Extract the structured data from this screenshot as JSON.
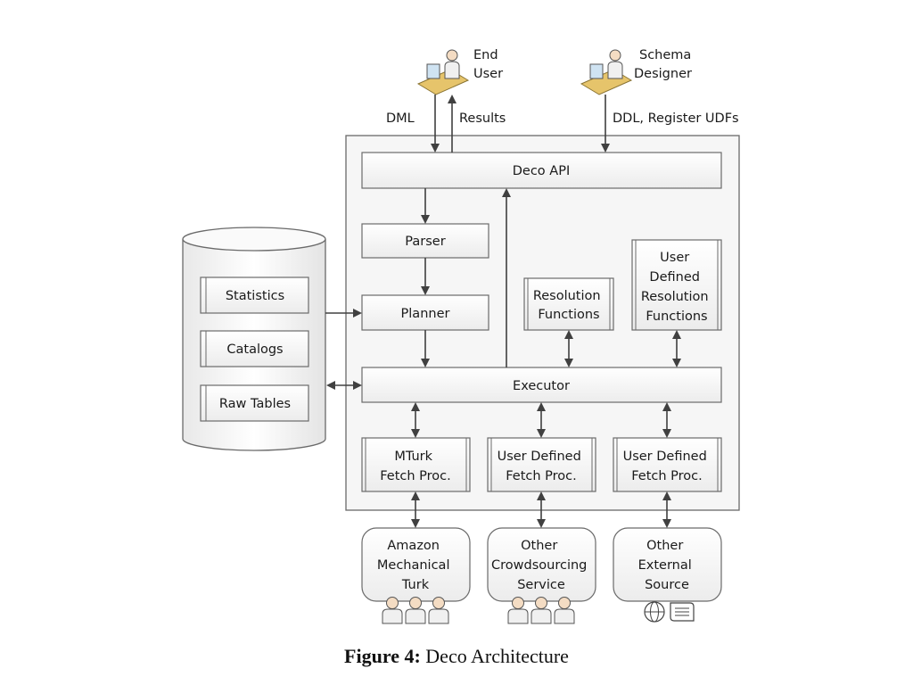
{
  "actors": {
    "end_user": [
      "End",
      "User"
    ],
    "schema_designer": [
      "Schema",
      "Designer"
    ]
  },
  "edge_labels": {
    "dml": "DML",
    "results": "Results",
    "ddl": "DDL, Register UDFs"
  },
  "components": {
    "deco_api": "Deco API",
    "parser": "Parser",
    "planner": "Planner",
    "executor": "Executor",
    "resolution_functions": [
      "Resolution",
      "Functions"
    ],
    "udf_resolution_functions": [
      "User",
      "Defined",
      "Resolution",
      "Functions"
    ],
    "mturk_fetch": [
      "MTurk",
      "Fetch Proc."
    ],
    "udf_fetch_1": [
      "User Defined",
      "Fetch Proc."
    ],
    "udf_fetch_2": [
      "User Defined",
      "Fetch Proc."
    ]
  },
  "storage": {
    "statistics": "Statistics",
    "catalogs": "Catalogs",
    "raw_tables": "Raw Tables"
  },
  "external": {
    "amazon": [
      "Amazon",
      "Mechanical",
      "Turk"
    ],
    "other_crowd": [
      "Other",
      "Crowdsourcing",
      "Service"
    ],
    "other_external": [
      "Other",
      "External",
      "Source"
    ]
  },
  "caption": {
    "label": "Figure 4:",
    "text": "Deco Architecture"
  }
}
